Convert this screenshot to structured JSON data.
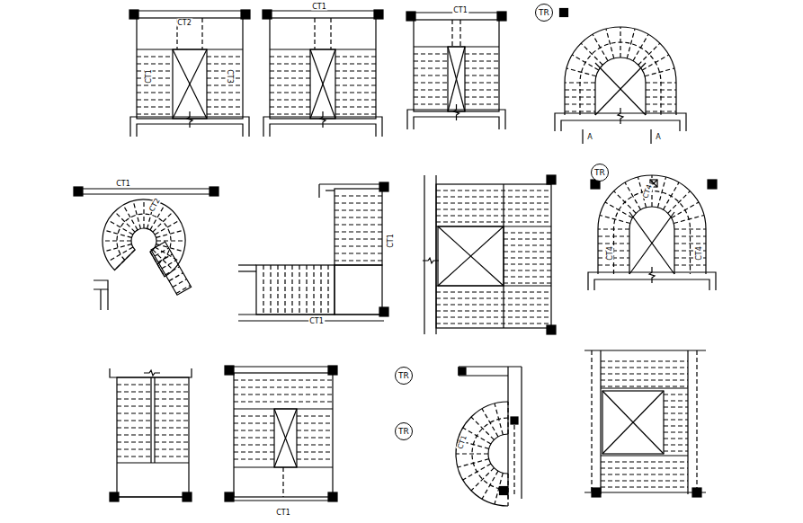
{
  "diagram": {
    "nodes": [
      {
        "text": [
          "TR"
        ]
      },
      {
        "text": [
          "TR"
        ]
      },
      {
        "text": [
          "TR"
        ]
      },
      {
        "text": [
          "TR"
        ]
      }
    ],
    "labels": [
      "CT2",
      "CT1",
      "CT3",
      "CT1",
      "CT1",
      "A",
      "A",
      "CT1",
      "CT2",
      "CT1",
      "CT1",
      "CT4",
      "CT4",
      "CT4",
      "CT1",
      "CT1"
    ]
  }
}
